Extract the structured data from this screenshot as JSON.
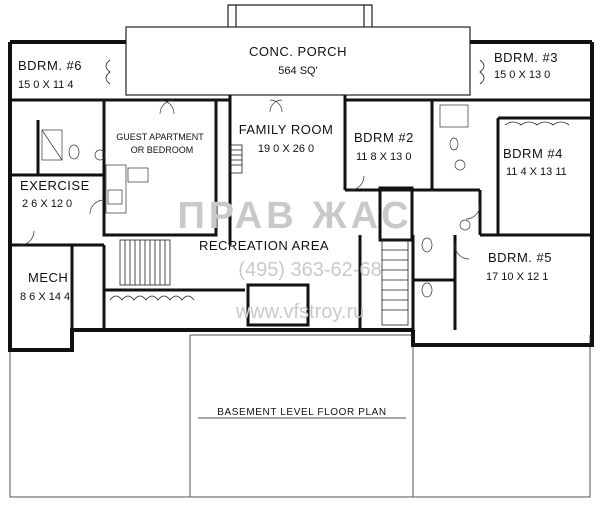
{
  "rooms": {
    "porch": {
      "name": "CONC. PORCH",
      "size": "564 SQ'"
    },
    "bdrm6": {
      "name": "BDRM. #6",
      "dim": "15 0 X 11 4"
    },
    "bdrm3": {
      "name": "BDRM. #3",
      "dim": "15 0 X 13 0"
    },
    "guest": {
      "name": "GUEST APARTMENT",
      "sub": "OR BEDROOM"
    },
    "family": {
      "name": "FAMILY ROOM",
      "dim": "19 0 X 26 0"
    },
    "bdrm2": {
      "name": "BDRM #2",
      "dim": "11 8 X 13 0"
    },
    "bdrm4": {
      "name": "BDRM #4",
      "dim": "11 4 X 13 11"
    },
    "exercise": {
      "name": "EXERCISE",
      "dim": "2 6 X 12 0"
    },
    "recreation": {
      "name": "RECREATION AREA"
    },
    "mech": {
      "name": "MECH",
      "dim": "8 6 X 14 4"
    },
    "bdrm5": {
      "name": "BDRM. #5",
      "dim": "17 10 X 12 1"
    }
  },
  "caption": "BASEMENT LEVEL FLOOR PLAN",
  "watermark": {
    "brand": "ПРАВ ЖАС",
    "phone": "(495) 363-62-68",
    "url": "www.vfstroy.ru"
  }
}
